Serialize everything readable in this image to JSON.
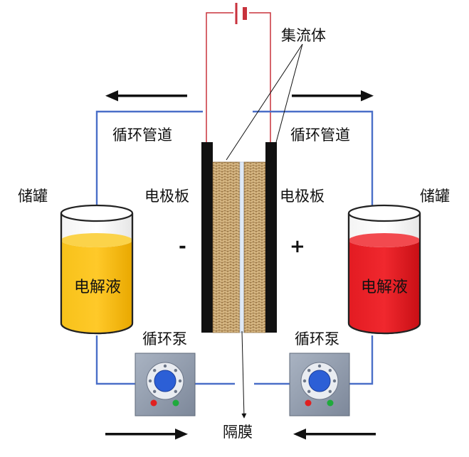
{
  "labels": {
    "current_collector": "集流体",
    "pipe_left": "循环管道",
    "pipe_right": "循环管道",
    "tank_left": "储罐",
    "tank_right": "储罐",
    "electrode_left": "电极板",
    "electrode_right": "电极板",
    "electrolyte_left": "电解液",
    "electrolyte_right": "电解液",
    "pump_left": "循环泵",
    "pump_right": "循环泵",
    "membrane": "隔膜",
    "negative_sign": "-",
    "positive_sign": "+"
  },
  "colors": {
    "pipe": "#4a6fc8",
    "wire": "#c8323c",
    "electrolyte_left": "#f5b400",
    "electrolyte_right": "#e0161c",
    "electrode_plate": "#111111",
    "felt": "#c8a46a",
    "pump_body": "#93a0b2",
    "pump_dial": "#2c5fd6"
  },
  "icons": {
    "battery": "battery-icon",
    "arrow": "arrow-icon",
    "pump": "pump-icon",
    "tank": "tank-icon"
  }
}
